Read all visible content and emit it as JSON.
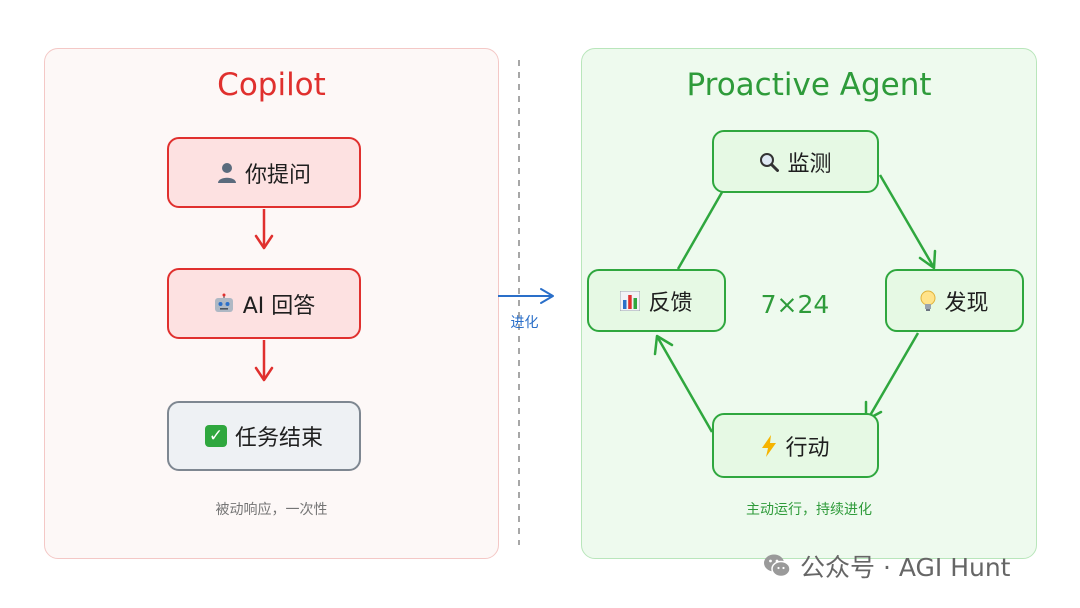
{
  "copilot": {
    "title": "Copilot",
    "steps": [
      {
        "icon": "user-icon",
        "label": "你提问"
      },
      {
        "icon": "robot-icon",
        "label": "AI 回答"
      },
      {
        "icon": "check-icon",
        "label": "任务结束"
      }
    ],
    "caption": "被动响应，一次性"
  },
  "transition": {
    "label": "进化"
  },
  "agent": {
    "title": "Proactive Agent",
    "cycle": [
      {
        "icon": "magnifier-icon",
        "label": "监测"
      },
      {
        "icon": "lightbulb-icon",
        "label": "发现"
      },
      {
        "icon": "lightning-icon",
        "label": "行动"
      },
      {
        "icon": "bar-chart-icon",
        "label": "反馈"
      }
    ],
    "center": "7×24",
    "caption": "主动运行，持续进化"
  },
  "watermark": {
    "text": "公众号 · AGI Hunt",
    "icon": "wechat-icon"
  },
  "colors": {
    "copilot_accent": "#e0302e",
    "agent_accent": "#2e9b3a",
    "transition_accent": "#2a6fc9",
    "end_border": "#7e8791"
  }
}
